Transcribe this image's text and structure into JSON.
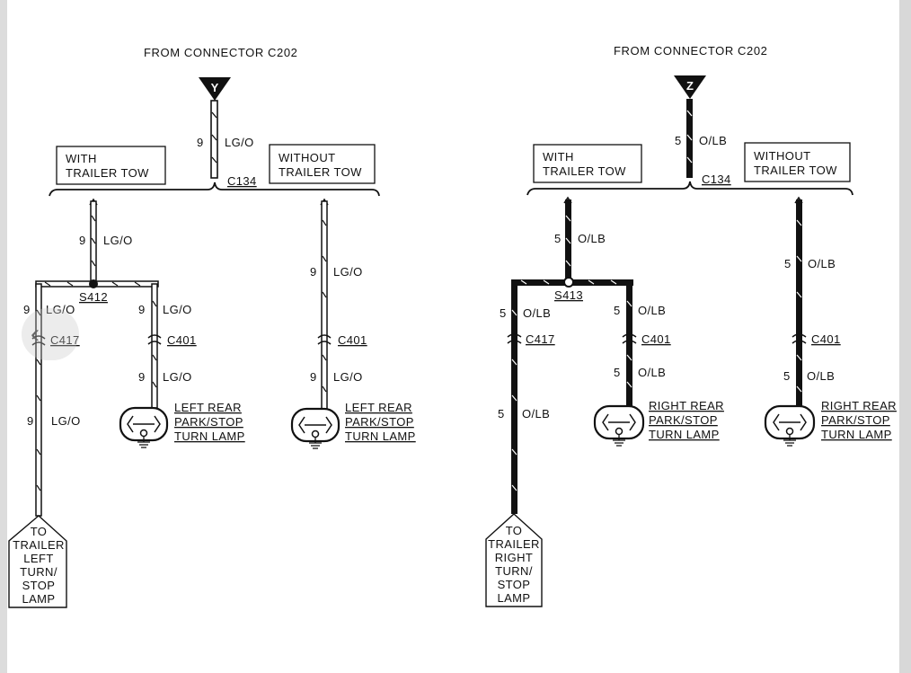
{
  "left": {
    "from_connector": "FROM CONNECTOR C202",
    "tag": "Y",
    "feed_gauge": "9",
    "feed_color": "LG/O",
    "splice_top": "C134",
    "with_box": [
      "WITH",
      "TRAILER TOW"
    ],
    "without_box": [
      "WITHOUT",
      "TRAILER TOW"
    ],
    "branch_gauge": "9",
    "branch_color": "LG/O",
    "splice": "S412",
    "trailer_gauge": "9",
    "trailer_color": "LG/O",
    "trailer_conn": "C417",
    "trailer_lower_gauge": "9",
    "trailer_lower_color": "LG/O",
    "trailer_dest": [
      "TO",
      "TRAILER",
      "LEFT",
      "TURN/",
      "STOP",
      "LAMP"
    ],
    "with_lamp_gauge_a": "9",
    "with_lamp_color_a": "LG/O",
    "with_lamp_conn": "C401",
    "with_lamp_gauge_b": "9",
    "with_lamp_color_b": "LG/O",
    "with_lamp_label": [
      "LEFT REAR",
      "PARK/STOP",
      "TURN LAMP"
    ],
    "without_gauge_a": "9",
    "without_color_a": "LG/O",
    "without_conn": "C401",
    "without_gauge_b": "9",
    "without_color_b": "LG/O",
    "without_lamp_label": [
      "LEFT REAR",
      "PARK/STOP",
      "TURN LAMP"
    ]
  },
  "right": {
    "from_connector": "FROM CONNECTOR C202",
    "tag": "Z",
    "feed_gauge": "5",
    "feed_color": "O/LB",
    "splice_top": "C134",
    "with_box": [
      "WITH",
      "TRAILER TOW"
    ],
    "without_box": [
      "WITHOUT",
      "TRAILER TOW"
    ],
    "branch_gauge": "5",
    "branch_color": "O/LB",
    "splice": "S413",
    "trailer_gauge": "5",
    "trailer_color": "O/LB",
    "trailer_conn": "C417",
    "trailer_lower_gauge": "5",
    "trailer_lower_color": "O/LB",
    "trailer_dest": [
      "TO",
      "TRAILER",
      "RIGHT",
      "TURN/",
      "STOP",
      "LAMP"
    ],
    "with_lamp_gauge_a": "5",
    "with_lamp_color_a": "O/LB",
    "with_lamp_conn": "C401",
    "with_lamp_gauge_b": "5",
    "with_lamp_color_b": "O/LB",
    "with_lamp_label": [
      "RIGHT REAR",
      "PARK/STOP",
      "TURN LAMP"
    ],
    "without_gauge_a": "5",
    "without_color_a": "O/LB",
    "without_conn": "C401",
    "without_gauge_b": "5",
    "without_color_b": "O/LB",
    "without_lamp_label": [
      "RIGHT REAR",
      "PARK/STOP",
      "TURN LAMP"
    ]
  },
  "viewer": {
    "prev_icon": "chevron-left-icon",
    "prev_glyph": "‹"
  }
}
